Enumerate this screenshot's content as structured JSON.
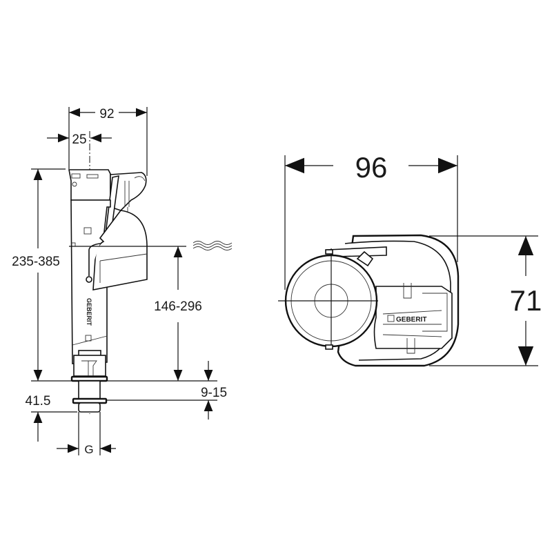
{
  "side_view": {
    "dims": {
      "width_total": "92",
      "offset_axis": "25",
      "height_range": "235-385",
      "water_level_range": "146-296",
      "thread_length": "41.5",
      "adjust_range": "9-15",
      "thread_size": "G"
    },
    "brand_mark": "GEBERIT"
  },
  "top_view": {
    "dims": {
      "width": "96",
      "height": "71"
    },
    "brand_mark": "GEBERIT"
  }
}
